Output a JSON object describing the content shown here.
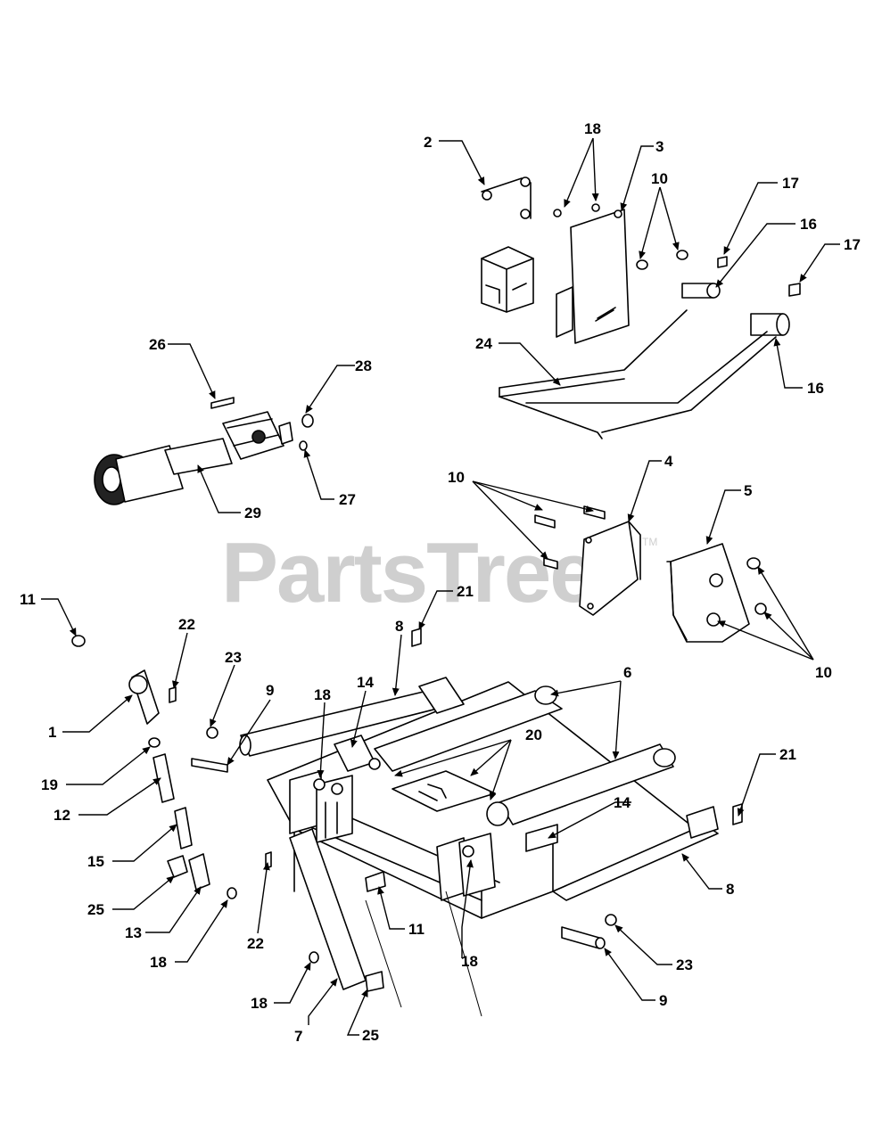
{
  "watermark": {
    "text": "PartsTree",
    "trademark": "TM"
  },
  "callouts": {
    "c2": "2",
    "c18a": "18",
    "c3": "3",
    "c10a": "10",
    "c17a": "17",
    "c16a": "16",
    "c17b": "17",
    "c24": "24",
    "c16b": "16",
    "c26": "26",
    "c28": "28",
    "c29": "29",
    "c27": "27",
    "c10b": "10",
    "c4": "4",
    "c5": "5",
    "c10c": "10",
    "c11a": "11",
    "c22a": "22",
    "c8a": "8",
    "c21a": "21",
    "c23a": "23",
    "c9a": "9",
    "c1": "1",
    "c18b": "18",
    "c14a": "14",
    "c6": "6",
    "c20": "20",
    "c19": "19",
    "c12": "12",
    "c15": "15",
    "c25a": "25",
    "c13": "13",
    "c18c": "18",
    "c22b": "22",
    "c11b": "11",
    "c18d": "18",
    "c14b": "14",
    "c21b": "21",
    "c8b": "8",
    "c23b": "23",
    "c9b": "9",
    "c18e": "18",
    "c7": "7",
    "c25b": "25"
  }
}
